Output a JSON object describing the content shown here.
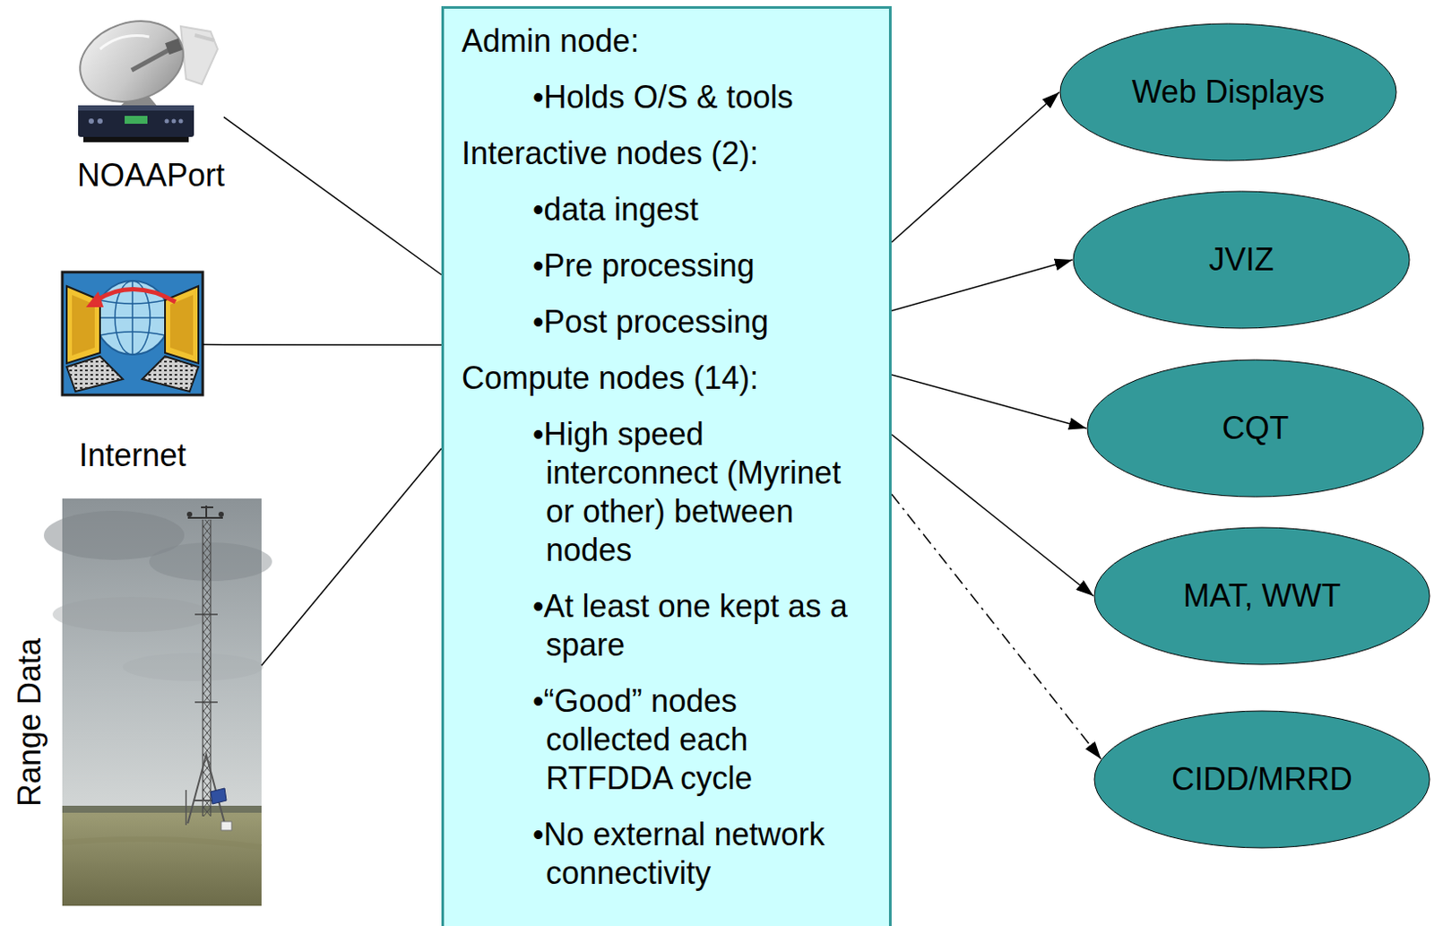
{
  "diagram": {
    "nodes": [
      {
        "text": [
          "NOAAPort"
        ]
      },
      {
        "text": [
          "Internet"
        ]
      },
      {
        "text": [
          "Range Data"
        ]
      },
      {
        "text": [
          "Admin node:",
          "•Holds O/S & tools",
          "Interactive nodes (2):",
          "•data ingest",
          "•Pre processing",
          "•Post processing",
          "Compute nodes (14):",
          "•High speed interconnect (Myrinet or other) between nodes",
          "•At least one kept as a spare",
          "•“Good” nodes collected each RTFDDA cycle",
          "•No external network connectivity"
        ]
      },
      {
        "text": [
          "Web Displays"
        ]
      },
      {
        "text": [
          "JVIZ"
        ]
      },
      {
        "text": [
          "CQT"
        ]
      },
      {
        "text": [
          "MAT, WWT"
        ]
      },
      {
        "text": [
          "CIDD/MRRD"
        ]
      }
    ],
    "edges": [
      {
        "from": 0,
        "to": 3,
        "arrow": "none"
      },
      {
        "from": 1,
        "to": 3,
        "arrow": "none"
      },
      {
        "from": 2,
        "to": 3,
        "arrow": "none"
      },
      {
        "from": 3,
        "to": 4,
        "arrow": "to"
      },
      {
        "from": 3,
        "to": 5,
        "arrow": "to"
      },
      {
        "from": 3,
        "to": 6,
        "arrow": "to"
      },
      {
        "from": 3,
        "to": 7,
        "arrow": "to"
      },
      {
        "from": 3,
        "to": 8,
        "arrow": "to"
      }
    ]
  }
}
